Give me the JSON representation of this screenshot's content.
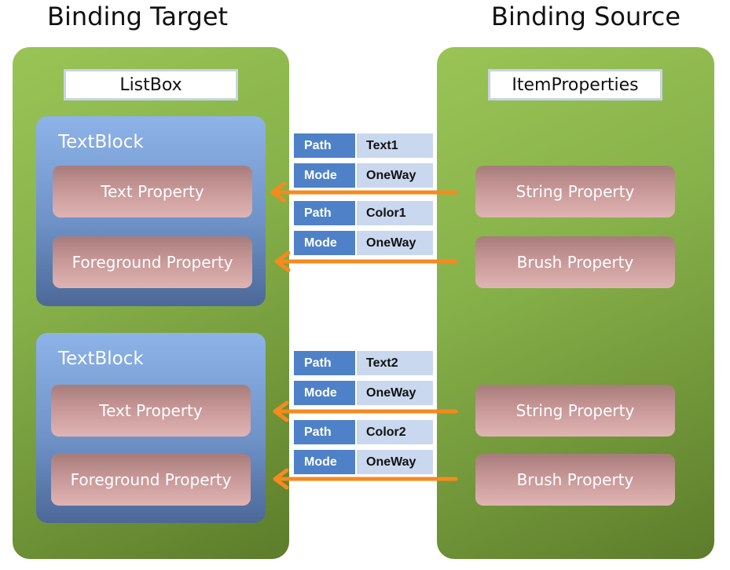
{
  "headings": {
    "target": "Binding Target",
    "source": "Binding Source"
  },
  "target_panel": {
    "title": "ListBox",
    "textblocks": [
      {
        "label": "TextBlock",
        "props": [
          "Text Property",
          "Foreground Property"
        ]
      },
      {
        "label": "TextBlock",
        "props": [
          "Text Property",
          "Foreground Property"
        ]
      }
    ]
  },
  "source_panel": {
    "title": "ItemProperties",
    "props": [
      "String Property",
      "Brush Property",
      "String Property",
      "Brush Property"
    ]
  },
  "bindings": [
    {
      "path_label": "Path",
      "path_value": "Text1",
      "mode_label": "Mode",
      "mode_value": "OneWay"
    },
    {
      "path_label": "Path",
      "path_value": "Color1",
      "mode_label": "Mode",
      "mode_value": "OneWay"
    },
    {
      "path_label": "Path",
      "path_value": "Text2",
      "mode_label": "Mode",
      "mode_value": "OneWay"
    },
    {
      "path_label": "Path",
      "path_value": "Color2",
      "mode_label": "Mode",
      "mode_value": "OneWay"
    }
  ],
  "colors": {
    "arrow": "#f58a1f",
    "panel": "#87b24a",
    "textblock": "#6f93c8"
  }
}
